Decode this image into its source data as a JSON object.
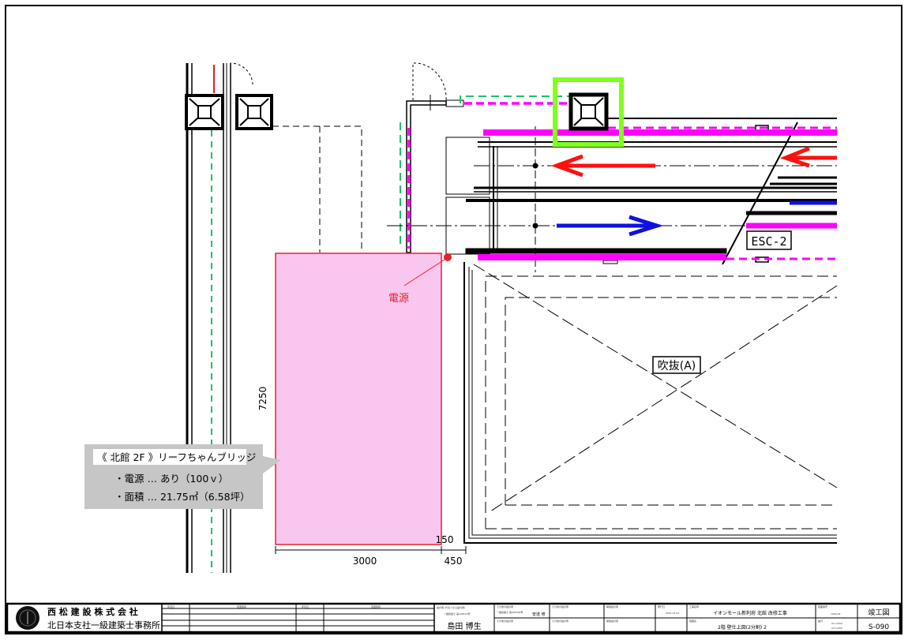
{
  "drawing": {
    "labels": {
      "power_source": "電源",
      "escalator": "ESC-2",
      "atrium": "吹抜(A)"
    },
    "dimensions": {
      "height": "7250",
      "width": "3000",
      "offset_right": "450",
      "offset_small": "150"
    },
    "callout": {
      "title": "《 北館 2F 》リーフちゃんブリッジ",
      "lines": [
        "・電源 … あり（100ｖ）",
        "・面積 … 21.75㎡（6.58坪）"
      ]
    },
    "colors": {
      "highlight_area": "#f9c6f0",
      "highlight_border": "#e8202a",
      "magenta_line": "#ff00ff",
      "green_marker": "#80ff20",
      "down_arrow": "#ff1010",
      "up_arrow": "#1010e0",
      "callout_bg": "#c6c6c6"
    }
  },
  "title_block": {
    "company": "西 松 建 設 株 式 会 社",
    "office": "北日本支社一級建築士事務所",
    "revision_headers": [
      "年月日",
      "変更箇所",
      "年月日",
      "変更箇所"
    ],
    "designer_label": "設計者 (代表となる設計者)",
    "designer_license": "一級建築士 第240513号",
    "designer_name": "島田 博生",
    "other_designer_label": "その他の設計者",
    "other_designer_license": "一級建築士 第305336号",
    "other_designer_name": "安達 修",
    "structural_label": "構造設計者",
    "date_label": "発行日",
    "date": "2021.07.01",
    "project_label": "工事名称",
    "project": "イオンモール新利府 北館 改修工事",
    "drawing_name_label": "図面名",
    "drawing_name": "2階 壁仕上図(2分割) 2",
    "drawing_no_label": "図面番号",
    "drawing_no": "1904.03",
    "scale_label": "縮尺",
    "scale_a1": "A1:1/200",
    "scale_a3": "A3:1/400",
    "status": "竣工図",
    "sheet": "S-090"
  }
}
